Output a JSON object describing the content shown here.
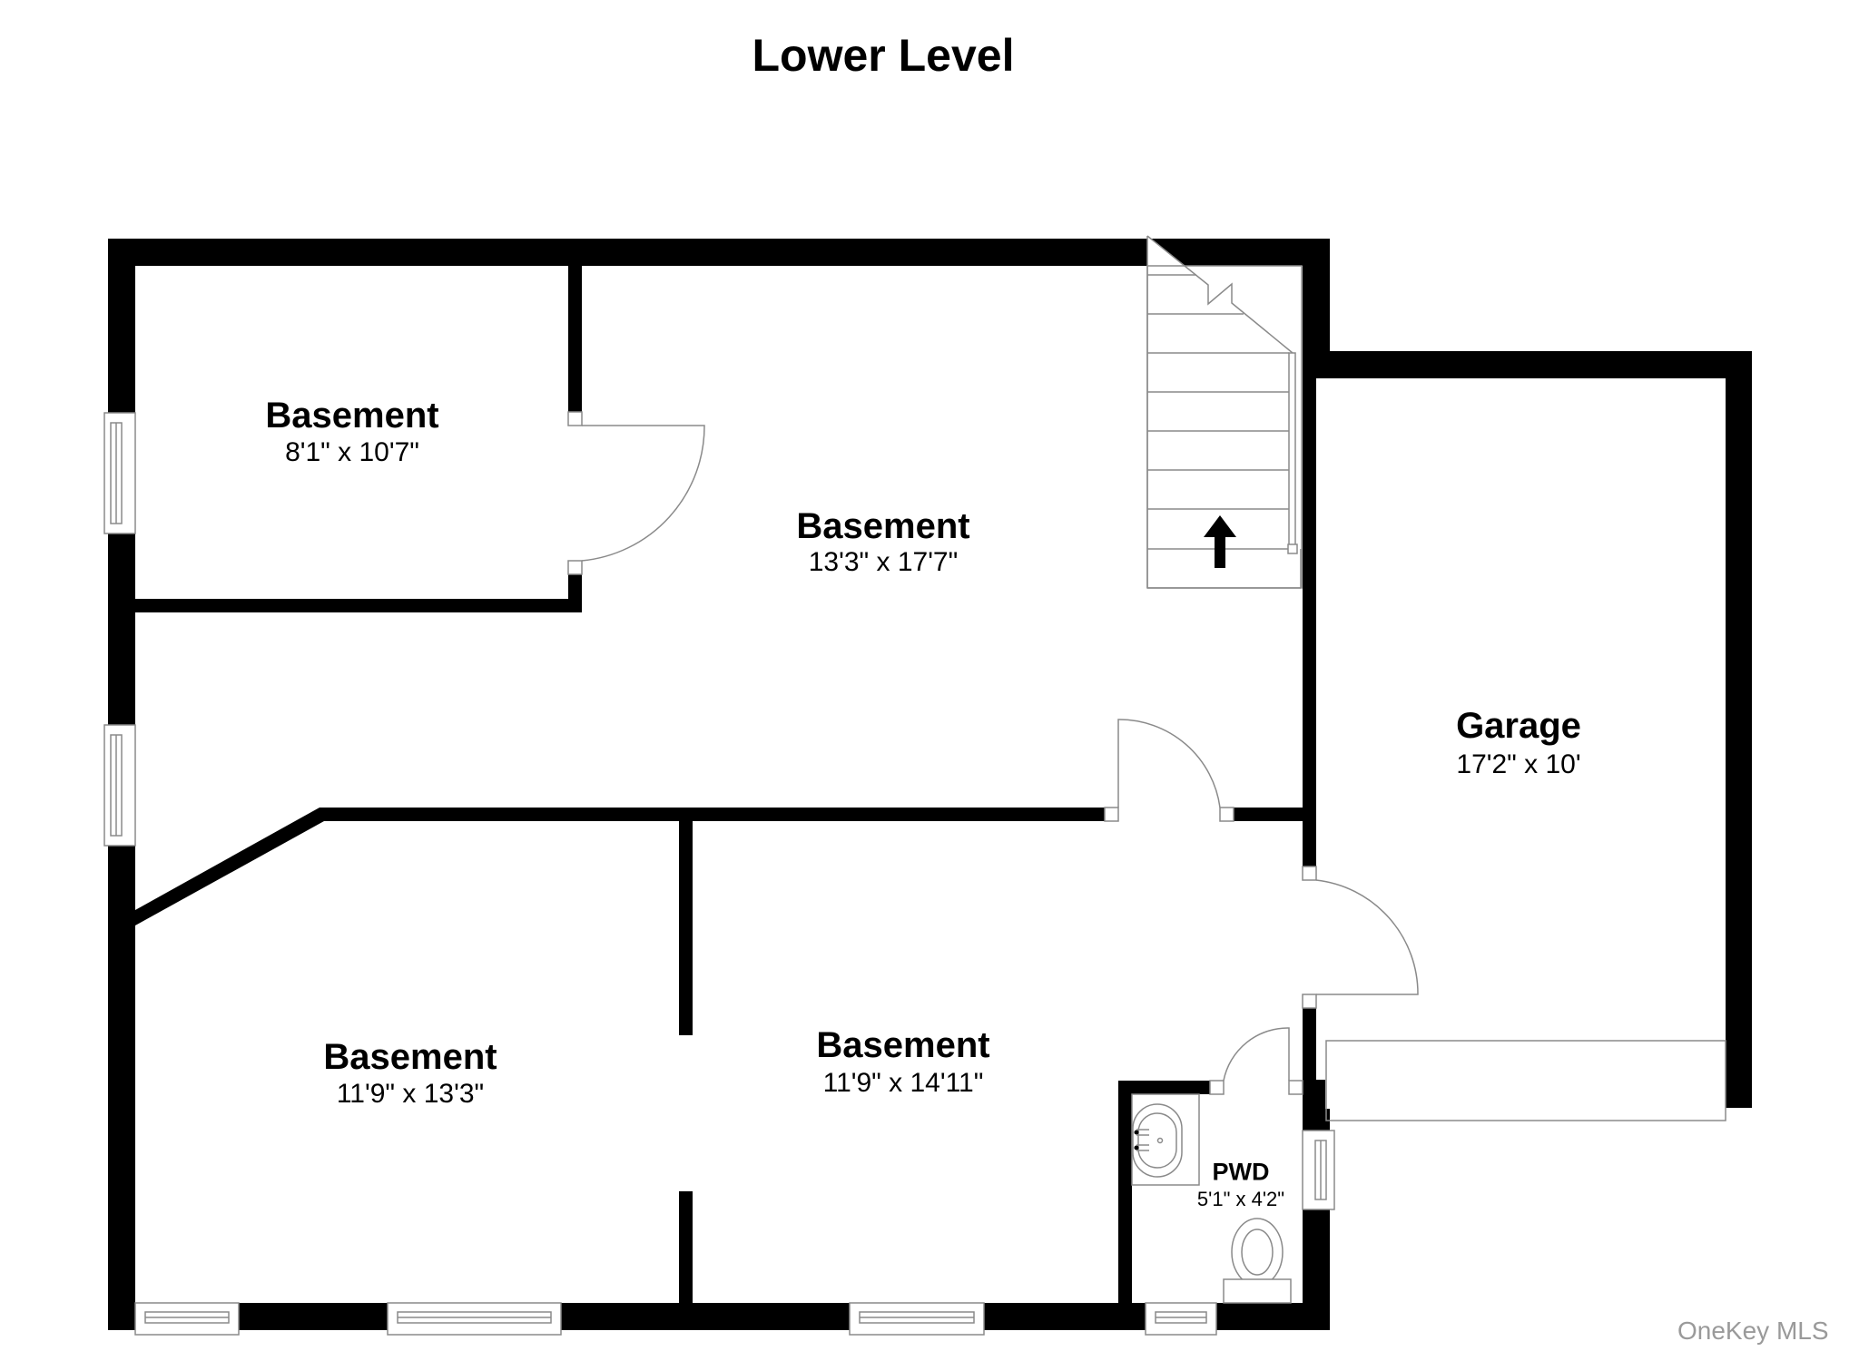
{
  "title": "Lower Level",
  "rooms": [
    {
      "name": "Basement",
      "dims": "8'1\" x 10'7\""
    },
    {
      "name": "Basement",
      "dims": "13'3\" x 17'7\""
    },
    {
      "name": "Garage",
      "dims": "17'2\" x 10'"
    },
    {
      "name": "Basement",
      "dims": "11'9\" x 13'3\""
    },
    {
      "name": "Basement",
      "dims": "11'9\" x 14'11\""
    },
    {
      "name": "PWD",
      "dims": "5'1\" x 4'2\""
    }
  ],
  "icons": {
    "stairs": "stairs-up-arrow-icon",
    "sink": "sink-icon",
    "toilet": "toilet-icon"
  },
  "watermark": "OneKey MLS",
  "colors": {
    "wall": "#000000",
    "fixture_line": "#8a8a8a",
    "background": "#ffffff",
    "watermark": "#9a9a9a"
  }
}
